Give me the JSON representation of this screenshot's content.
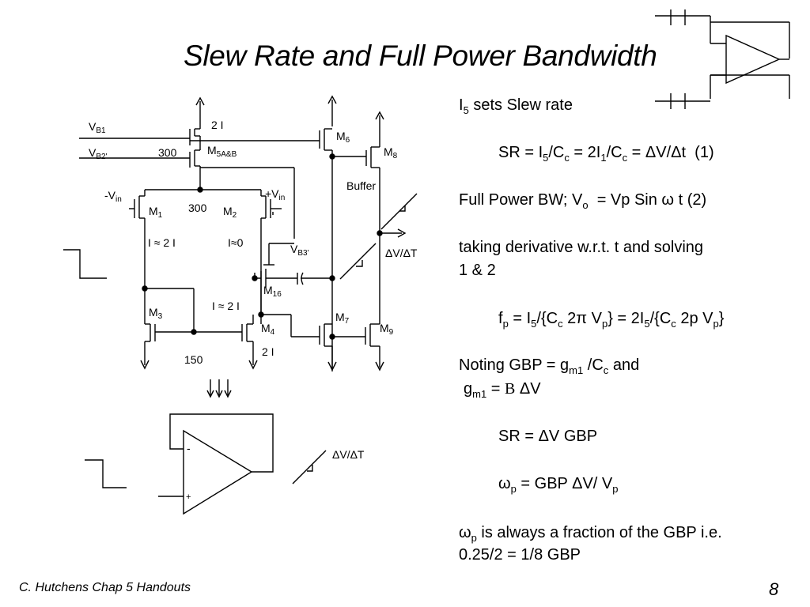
{
  "title": "Slew Rate and Full Power Bandwidth",
  "circuit": {
    "vb1": "V",
    "vb1_sub": "B1",
    "vb2": "V",
    "vb2_sub": "B2'",
    "i_2i": "2 I",
    "r300_a": "300",
    "m5": "M",
    "m5_sub": "5A&B",
    "m6": "M",
    "m6_sub": "6",
    "m8": "M",
    "m8_sub": "8",
    "buffer": "Buffer",
    "neg_vin": "-V",
    "neg_vin_sub": "in",
    "pos_vin": "+V",
    "pos_vin_sub": "in",
    "m1": "M",
    "m1_sub": "1",
    "r300_b": "300",
    "m2": "M",
    "m2_sub": "2",
    "i_approx_2i": "I ≈ 2 I",
    "i_approx_0": "I≈0",
    "vb3": "V",
    "vb3_sub": "B3'",
    "dvdt_top": "ΔV/ΔT",
    "m16": "M",
    "m16_sub": "16",
    "m3": "M",
    "m3_sub": "3",
    "i_approx_2i_b": "I ≈ 2 I",
    "m4": "M",
    "m4_sub": "4",
    "m7": "M",
    "m7_sub": "7",
    "m9": "M",
    "m9_sub": "9",
    "r150": "150",
    "i_2i_b": "2 I",
    "dvdt_bottom": "ΔV/ΔT",
    "opamp_minus": "-",
    "opamp_plus": "+"
  },
  "content": {
    "line1": "sets Slew rate",
    "line1_I": "I",
    "line1_sub": "5",
    "sr_eq": "SR = I₅/Cc = 2I₁/Cc = ΔV/Δt  (1)",
    "fpbw": "Full Power BW; Vo  = Vp Sin ω t (2)",
    "deriv1": "taking derivative  w.r.t. t and solving",
    "deriv2": "1 & 2",
    "fp_eq": "fp = I₅/{Cc 2π Vp} = 2I₅/{Cc 2p Vp}",
    "gbp1": "Noting GBP = gm1 /Cc and",
    "gbp2": "gm1 = B ΔV",
    "sr2": "SR = ΔV GBP",
    "wp": "ωp = GBP ΔV/ Vp",
    "frac1": "ωp is always a fraction of the GBP i.e.",
    "frac2": "0.25/2 = 1/8 GBP"
  },
  "footer": {
    "source": "C. Hutchens Chap 5 Handouts",
    "page": "8"
  }
}
